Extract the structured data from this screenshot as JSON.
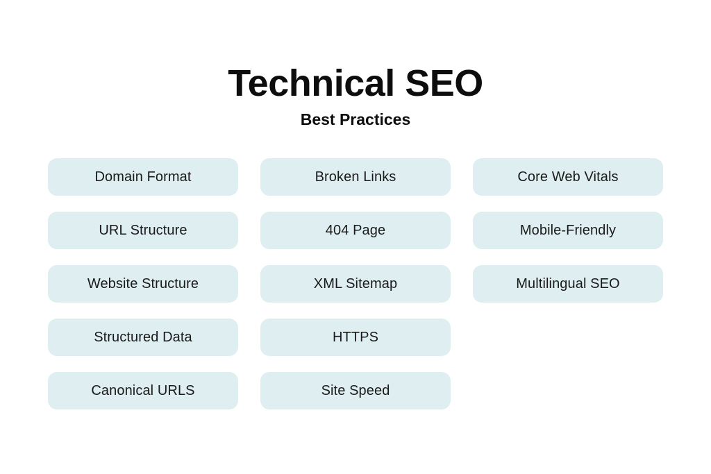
{
  "heading": {
    "title": "Technical SEO",
    "subtitle": "Best Practices"
  },
  "theme": {
    "background": "#ffffff",
    "pill_background": "#dfeef1",
    "pill_text": "#1a1a1a",
    "heading_text": "#0d0d0d"
  },
  "columns": [
    {
      "name": "column-1",
      "items": [
        {
          "label": "Domain Format"
        },
        {
          "label": "URL Structure"
        },
        {
          "label": "Website Structure"
        },
        {
          "label": "Structured Data"
        },
        {
          "label": "Canonical URLS"
        }
      ]
    },
    {
      "name": "column-2",
      "items": [
        {
          "label": "Broken Links"
        },
        {
          "label": "404 Page"
        },
        {
          "label": "XML Sitemap"
        },
        {
          "label": "HTTPS"
        },
        {
          "label": "Site Speed"
        }
      ]
    },
    {
      "name": "column-3",
      "items": [
        {
          "label": "Core Web Vitals"
        },
        {
          "label": "Mobile-Friendly"
        },
        {
          "label": "Multilingual SEO"
        }
      ]
    }
  ]
}
